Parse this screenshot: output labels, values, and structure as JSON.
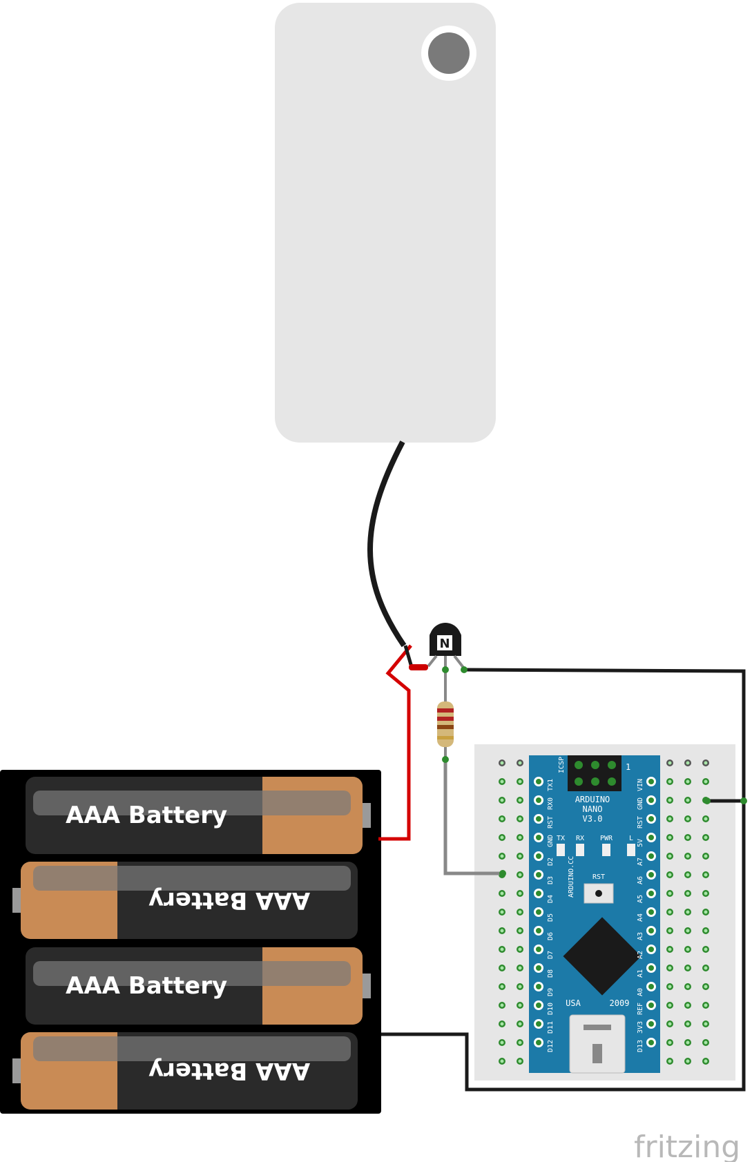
{
  "watermark": "fritzing",
  "battery_pack": {
    "cells": [
      {
        "label": "AAA Battery",
        "orientation": "normal"
      },
      {
        "label": "AAA Battery",
        "orientation": "flipped"
      },
      {
        "label": "AAA Battery",
        "orientation": "normal"
      },
      {
        "label": "AAA Battery",
        "orientation": "flipped"
      }
    ]
  },
  "transistor": {
    "marking": "N"
  },
  "arduino": {
    "title_line1": "ARDUINO",
    "title_line2": "NANO",
    "title_line3": "V3.0",
    "icsp": "ICSP",
    "icsp_pin1": "1",
    "vertical_label": "ARDUINO.CC",
    "leds": [
      "TX",
      "RX",
      "PWR",
      "L"
    ],
    "rst_button": "RST",
    "country": "USA",
    "year": "2009",
    "left_pins": [
      "TX1",
      "RX0",
      "RST",
      "GND",
      "D2",
      "D3",
      "D4",
      "D5",
      "D6",
      "D7",
      "D8",
      "D9",
      "D10",
      "D11",
      "D12"
    ],
    "right_pins": [
      "VIN",
      "GND",
      "RST",
      "5V",
      "A7",
      "A6",
      "A5",
      "A4",
      "A3",
      "A2",
      "A1",
      "A0",
      "REF",
      "3V3",
      "D13"
    ]
  },
  "colors": {
    "wire_black": "#1a1a1a",
    "wire_red": "#d40000",
    "arduino_blue": "#1c7aa8",
    "breadboard": "#e6e6e6",
    "motor_body": "#e6e6e6"
  }
}
